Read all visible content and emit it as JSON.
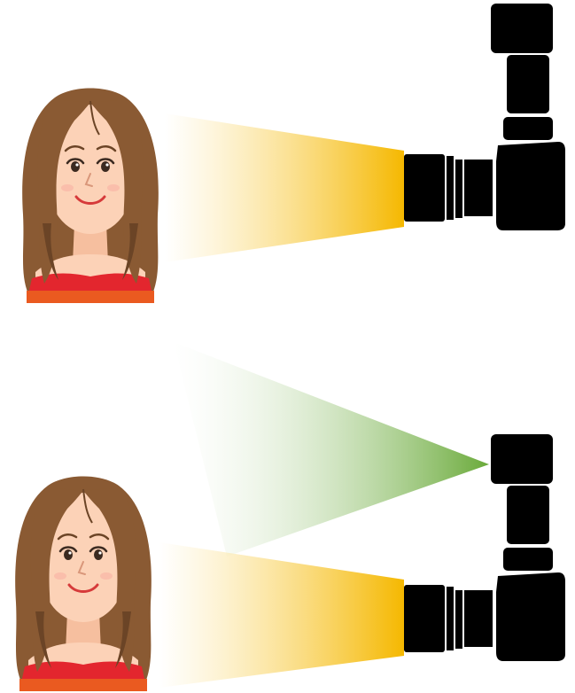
{
  "scenes": [
    {
      "name": "direct-flash",
      "subject": "woman-portrait",
      "camera": "camera-with-flash",
      "beam": "flash-to-subject",
      "beam_color": "#f5b800"
    },
    {
      "name": "bounced-flash",
      "subject": "woman-portrait",
      "camera": "camera-with-flash",
      "beam": "lens-to-subject",
      "beam_color": "#f5b800",
      "flash_beam": "flash-upward",
      "flash_beam_color": "#6aaa3a"
    }
  ],
  "colors": {
    "hair": "#8a5a33",
    "hair_dark": "#6b4426",
    "skin": "#fcd2b7",
    "shirt_red": "#e3262e",
    "shirt_orange": "#ea5a20",
    "camera": "#000000",
    "yellow_beam": "#f5b800",
    "green_beam": "#6aaa3a"
  }
}
